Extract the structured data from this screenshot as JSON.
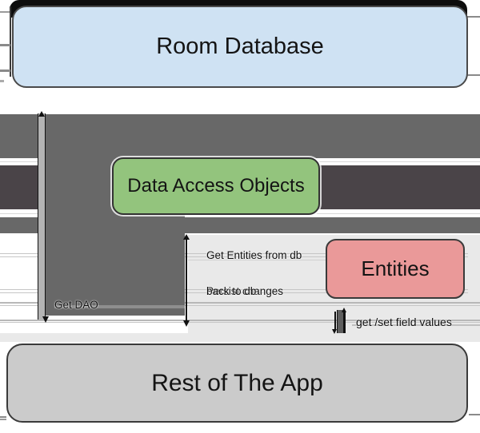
{
  "boxes": {
    "room": "Room Database",
    "dao": "Data Access Objects",
    "entities": "Entities",
    "app": "Rest of The App"
  },
  "labels": {
    "get_dao": "Get DAO",
    "get_entities": "Get Entities from db",
    "persist_line1": "Persist changes",
    "persist_line2": "back to db",
    "get_set": "get /set field values"
  },
  "colors": {
    "room_fill": "#cfe2f3",
    "dao_fill": "#93c47d",
    "entities_fill": "#ea9999",
    "app_fill": "#cbcbcb",
    "arrow_gray": "#686868",
    "arrow_dark": "#4a4448",
    "panel": "#e9e9e9",
    "connector_bar": "#b4b4b4",
    "top_bar": "#0d0d0d"
  }
}
